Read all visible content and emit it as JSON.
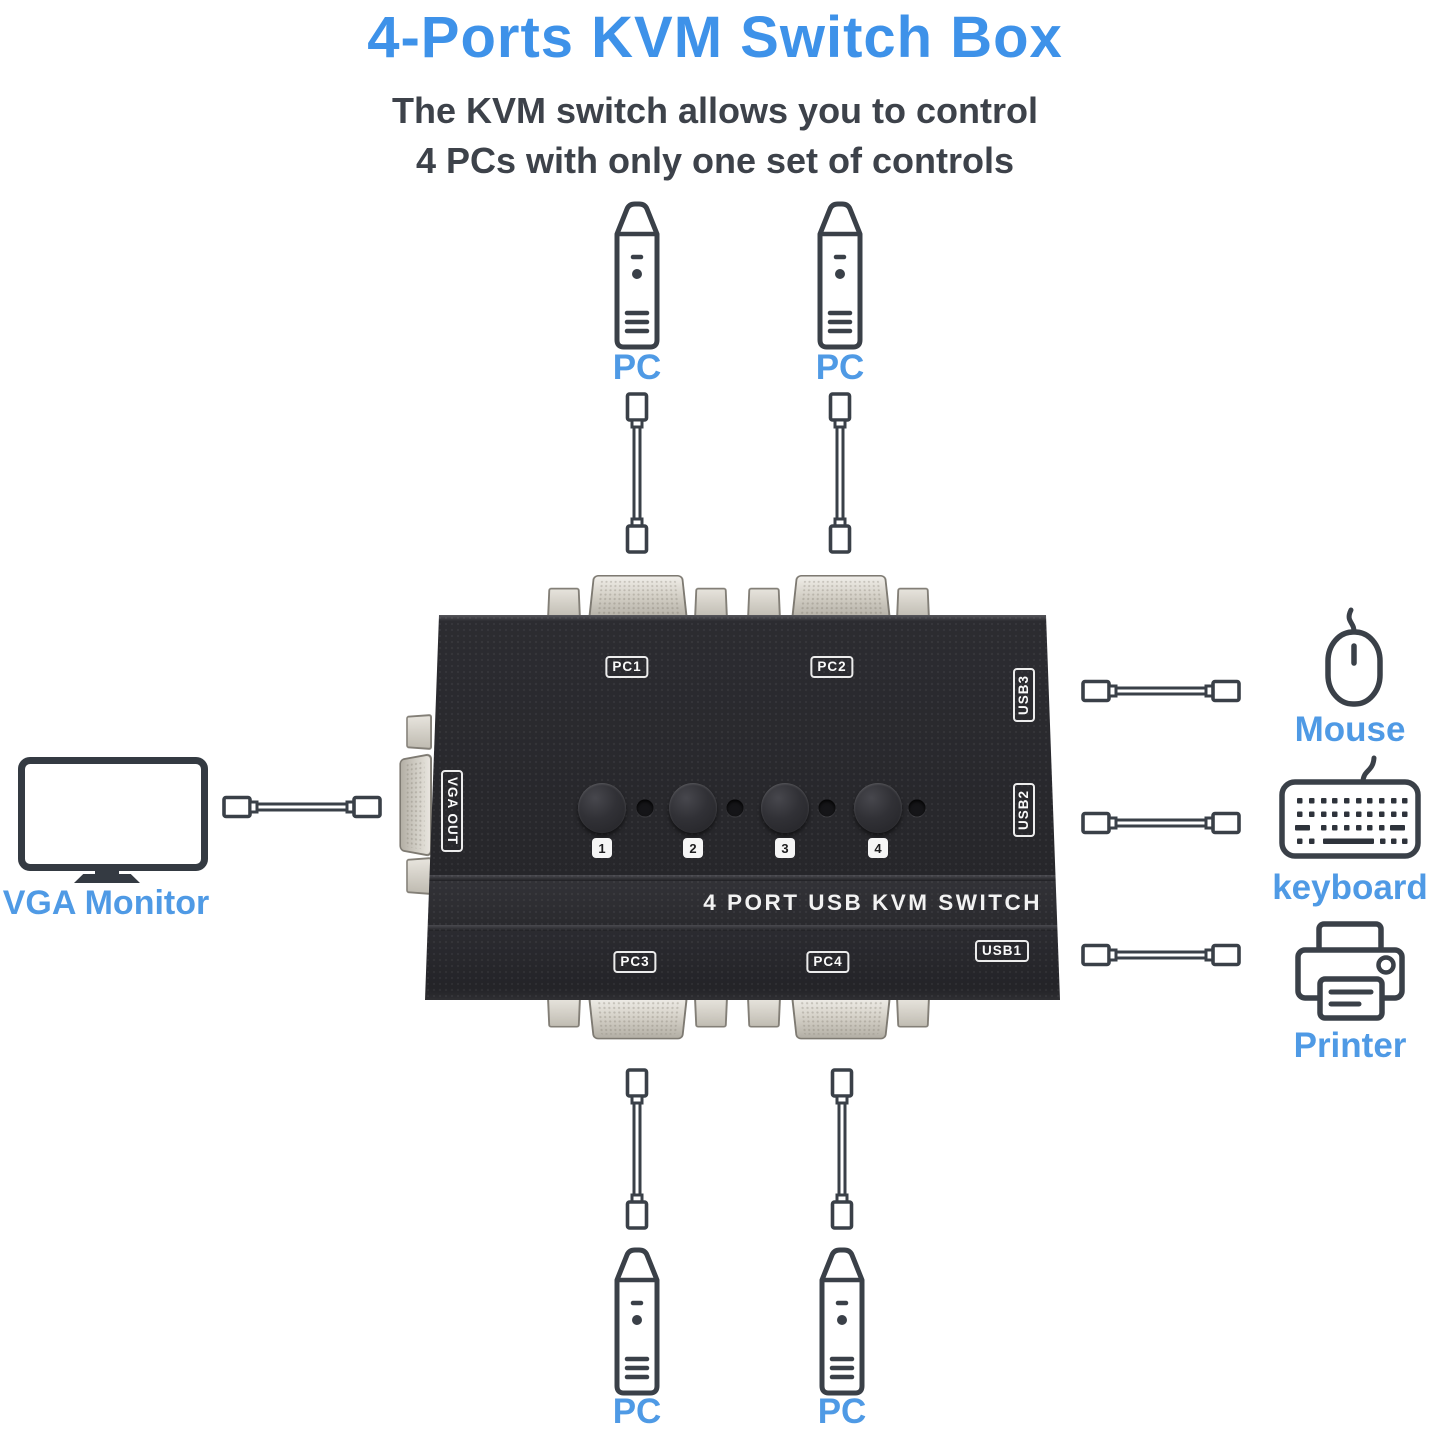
{
  "header": {
    "title": "4-Ports KVM Switch Box",
    "subtitle_line1": "The KVM switch allows you to control",
    "subtitle_line2": "4 PCs with only one set of controls"
  },
  "colors": {
    "title_blue": "#3e92e9",
    "device_label_blue": "#4f9ae5",
    "subtitle_gray": "#3d424a",
    "icon_stroke": "#3a4048",
    "box_black": "#27272b",
    "connector_silver": "#d6d2c9"
  },
  "devices": {
    "pc": "PC",
    "monitor": "VGA Monitor",
    "mouse": "Mouse",
    "keyboard": "keyboard",
    "printer": "Printer"
  },
  "kvm": {
    "front_text": "4 PORT USB KVM SWITCH",
    "ports": {
      "pc1": "PC1",
      "pc2": "PC2",
      "pc3": "PC3",
      "pc4": "PC4",
      "usb1": "USB1",
      "usb2": "USB2",
      "usb3": "USB3",
      "vga_out": "VGA OUT"
    },
    "buttons": [
      "1",
      "2",
      "3",
      "4"
    ]
  }
}
